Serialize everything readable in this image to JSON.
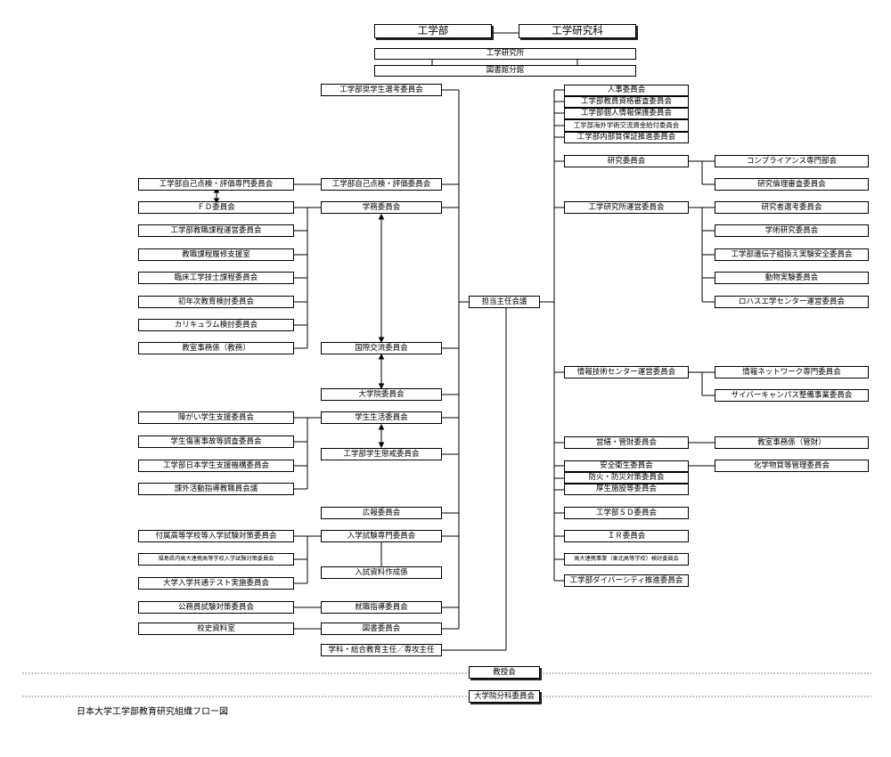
{
  "top": {
    "engineering_faculty": "工学部",
    "graduate_school": "工学研究科",
    "research_institute": "工学研究所",
    "library_branch": "図書館分館"
  },
  "center": {
    "coordinators_meeting": "担当主任会議",
    "dept_chief": "学科・総合教育主任／専攻主任",
    "faculty_meeting": "教授会",
    "grad_committee_meeting": "大学院分科委員会"
  },
  "middle_column": [
    "工学部奨学生選考委員会",
    "工学部自己点検・評価委員会",
    "学務委員会",
    "国際交流委員会",
    "大学院委員会",
    "学生生活委員会",
    "工学部学生懲戒委員会",
    "広報委員会",
    "入学試験専門委員会",
    "入試資料作成係",
    "就職指導委員会",
    "図書委員会"
  ],
  "left_column": [
    "工学部自己点検・評価専門委員会",
    "ＦＤ委員会",
    "工学部教職課程運営委員会",
    "教職課程履修支援室",
    "臨床工学技士課程委員会",
    "初年次教育検討委員会",
    "カリキュラム検討委員会",
    "教室事務係（教務）",
    "障がい学生支援委員会",
    "学生傷害事故等調査委員会",
    "工学部日本学生支援機構委員会",
    "課外活動指導教職員会議",
    "付属高等学校等入学試験対策委員会",
    "福島県内高大連携高等学校入学試験対策委員会",
    "大学入学共通テスト実施委員会",
    "公務員試験対策委員会",
    "校史資料室"
  ],
  "right_stack": [
    "人事委員会",
    "工学部教員資格審査委員会",
    "工学部個人情報保護委員会",
    "工学部海外学術交流資金給付委員会",
    "工学部内部質保証推進委員会"
  ],
  "right_column": [
    "研究委員会",
    "工学研究所運営委員会",
    "情報技術センター運営委員会",
    "営繕・管財委員会",
    "安全衛生委員会",
    "防火・防災対策委員会",
    "厚生施設等委員会",
    "工学部ＳＤ委員会",
    "ＩＲ委員会",
    "高大連携事業（東北高等学校）検討委員会",
    "工学部ダイバーシティ推進委員会"
  ],
  "far_right": [
    "コンプライアンス専門部会",
    "研究倫理審査委員会",
    "研究者選考委員会",
    "学術研究委員会",
    "工学部遺伝子組換え実験安全委員会",
    "動物実験委員会",
    "ロハスエ学センター運営委員会",
    "情報ネットワーク専門委員会",
    "サイバーキャンパス整備事業委員会",
    "教室事務係（管財）",
    "化学物質等管理委員会"
  ],
  "footer_title": "日本大学工学部教育研究組織フロー図"
}
